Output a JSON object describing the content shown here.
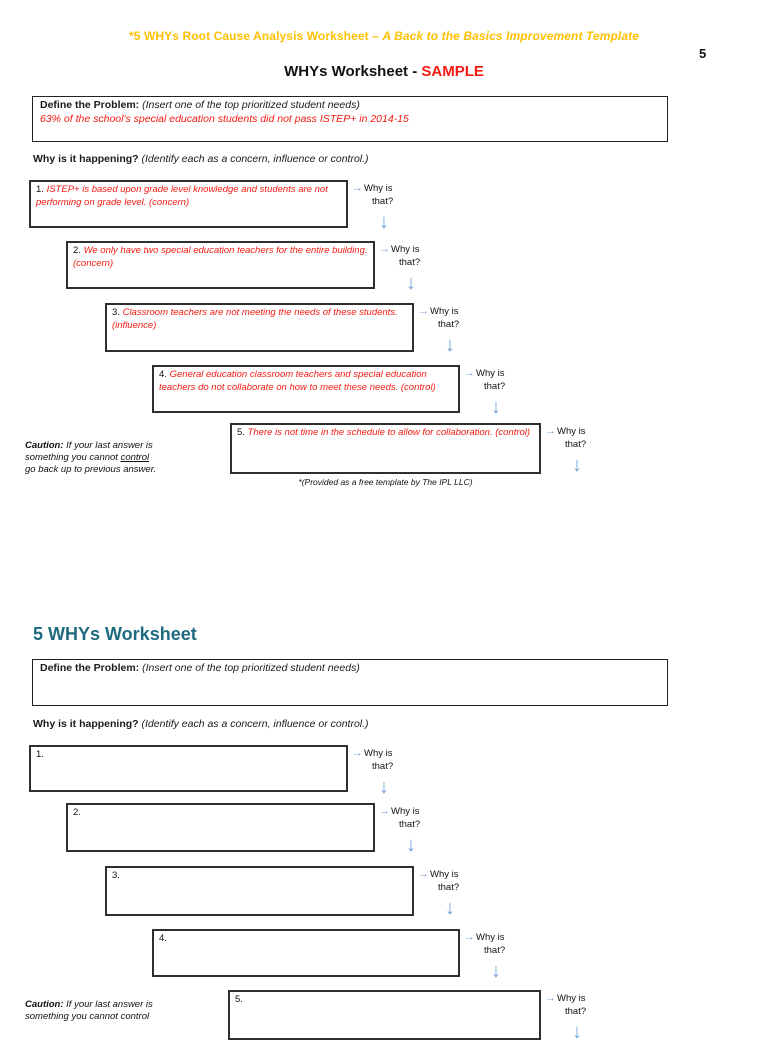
{
  "header": {
    "title_main": "*5 WHYs Root Cause Analysis Worksheet – ",
    "title_italic": "A Back to the Basics Improvement Template",
    "page_number": "5"
  },
  "icons": {
    "right_arrow": "→",
    "down_arrow": "↓"
  },
  "labels": {
    "why_is": "Why is",
    "that": "that?"
  },
  "colors": {
    "title_gold": "#ffc000",
    "sample_red": "#f41a12",
    "section_teal": "#1e6a80",
    "arrow_blue": "#74a2d8"
  },
  "sample": {
    "heading_prefix": "WHYs Worksheet - ",
    "heading_sample": "SAMPLE",
    "problem_label": "Define the Problem:",
    "problem_hint": "(Insert one of the top prioritized student needs)",
    "problem_answer": "63% of the school's special education students did not pass ISTEP+ in 2014-15",
    "why_label": "Why is it happening?",
    "why_hint": "(Identify each as a concern, influence or control.)",
    "whys": [
      {
        "num": "1.",
        "text": "ISTEP+ is based upon grade level knowledge and students are not performing on grade level. (concern)"
      },
      {
        "num": "2.",
        "text": "We only have two special education teachers for the entire building. (concern)"
      },
      {
        "num": "3.",
        "text": "Classroom teachers are not meeting the needs of these students. (influence)"
      },
      {
        "num": "4.",
        "text": "General education classroom teachers and special education teachers do not collaborate on how to meet these needs. (control)"
      },
      {
        "num": "5.",
        "text": "There is not time in the schedule to allow for collaboration. (control)"
      }
    ],
    "caution_bold": "Caution:",
    "caution_line1_rest": " If your last answer is",
    "caution_line2_pre": "something you cannot ",
    "caution_line2_underline": "control",
    "caution_line3": "go back up to previous answer.",
    "footer_note": "*(Provided as a free template by The IPL LLC)"
  },
  "template": {
    "heading": "5 WHYs Worksheet",
    "problem_label": "Define the Problem:",
    "problem_hint": "(Insert one of the top prioritized student needs)",
    "why_label": "Why is it happening?",
    "why_hint": "(Identify each as a concern, influence or control.)",
    "whys": [
      {
        "num": "1."
      },
      {
        "num": "2."
      },
      {
        "num": "3."
      },
      {
        "num": "4."
      },
      {
        "num": "5."
      }
    ],
    "caution_bold": "Caution:",
    "caution_line1_rest": " If your last answer is",
    "caution_line2": "something you cannot control"
  }
}
